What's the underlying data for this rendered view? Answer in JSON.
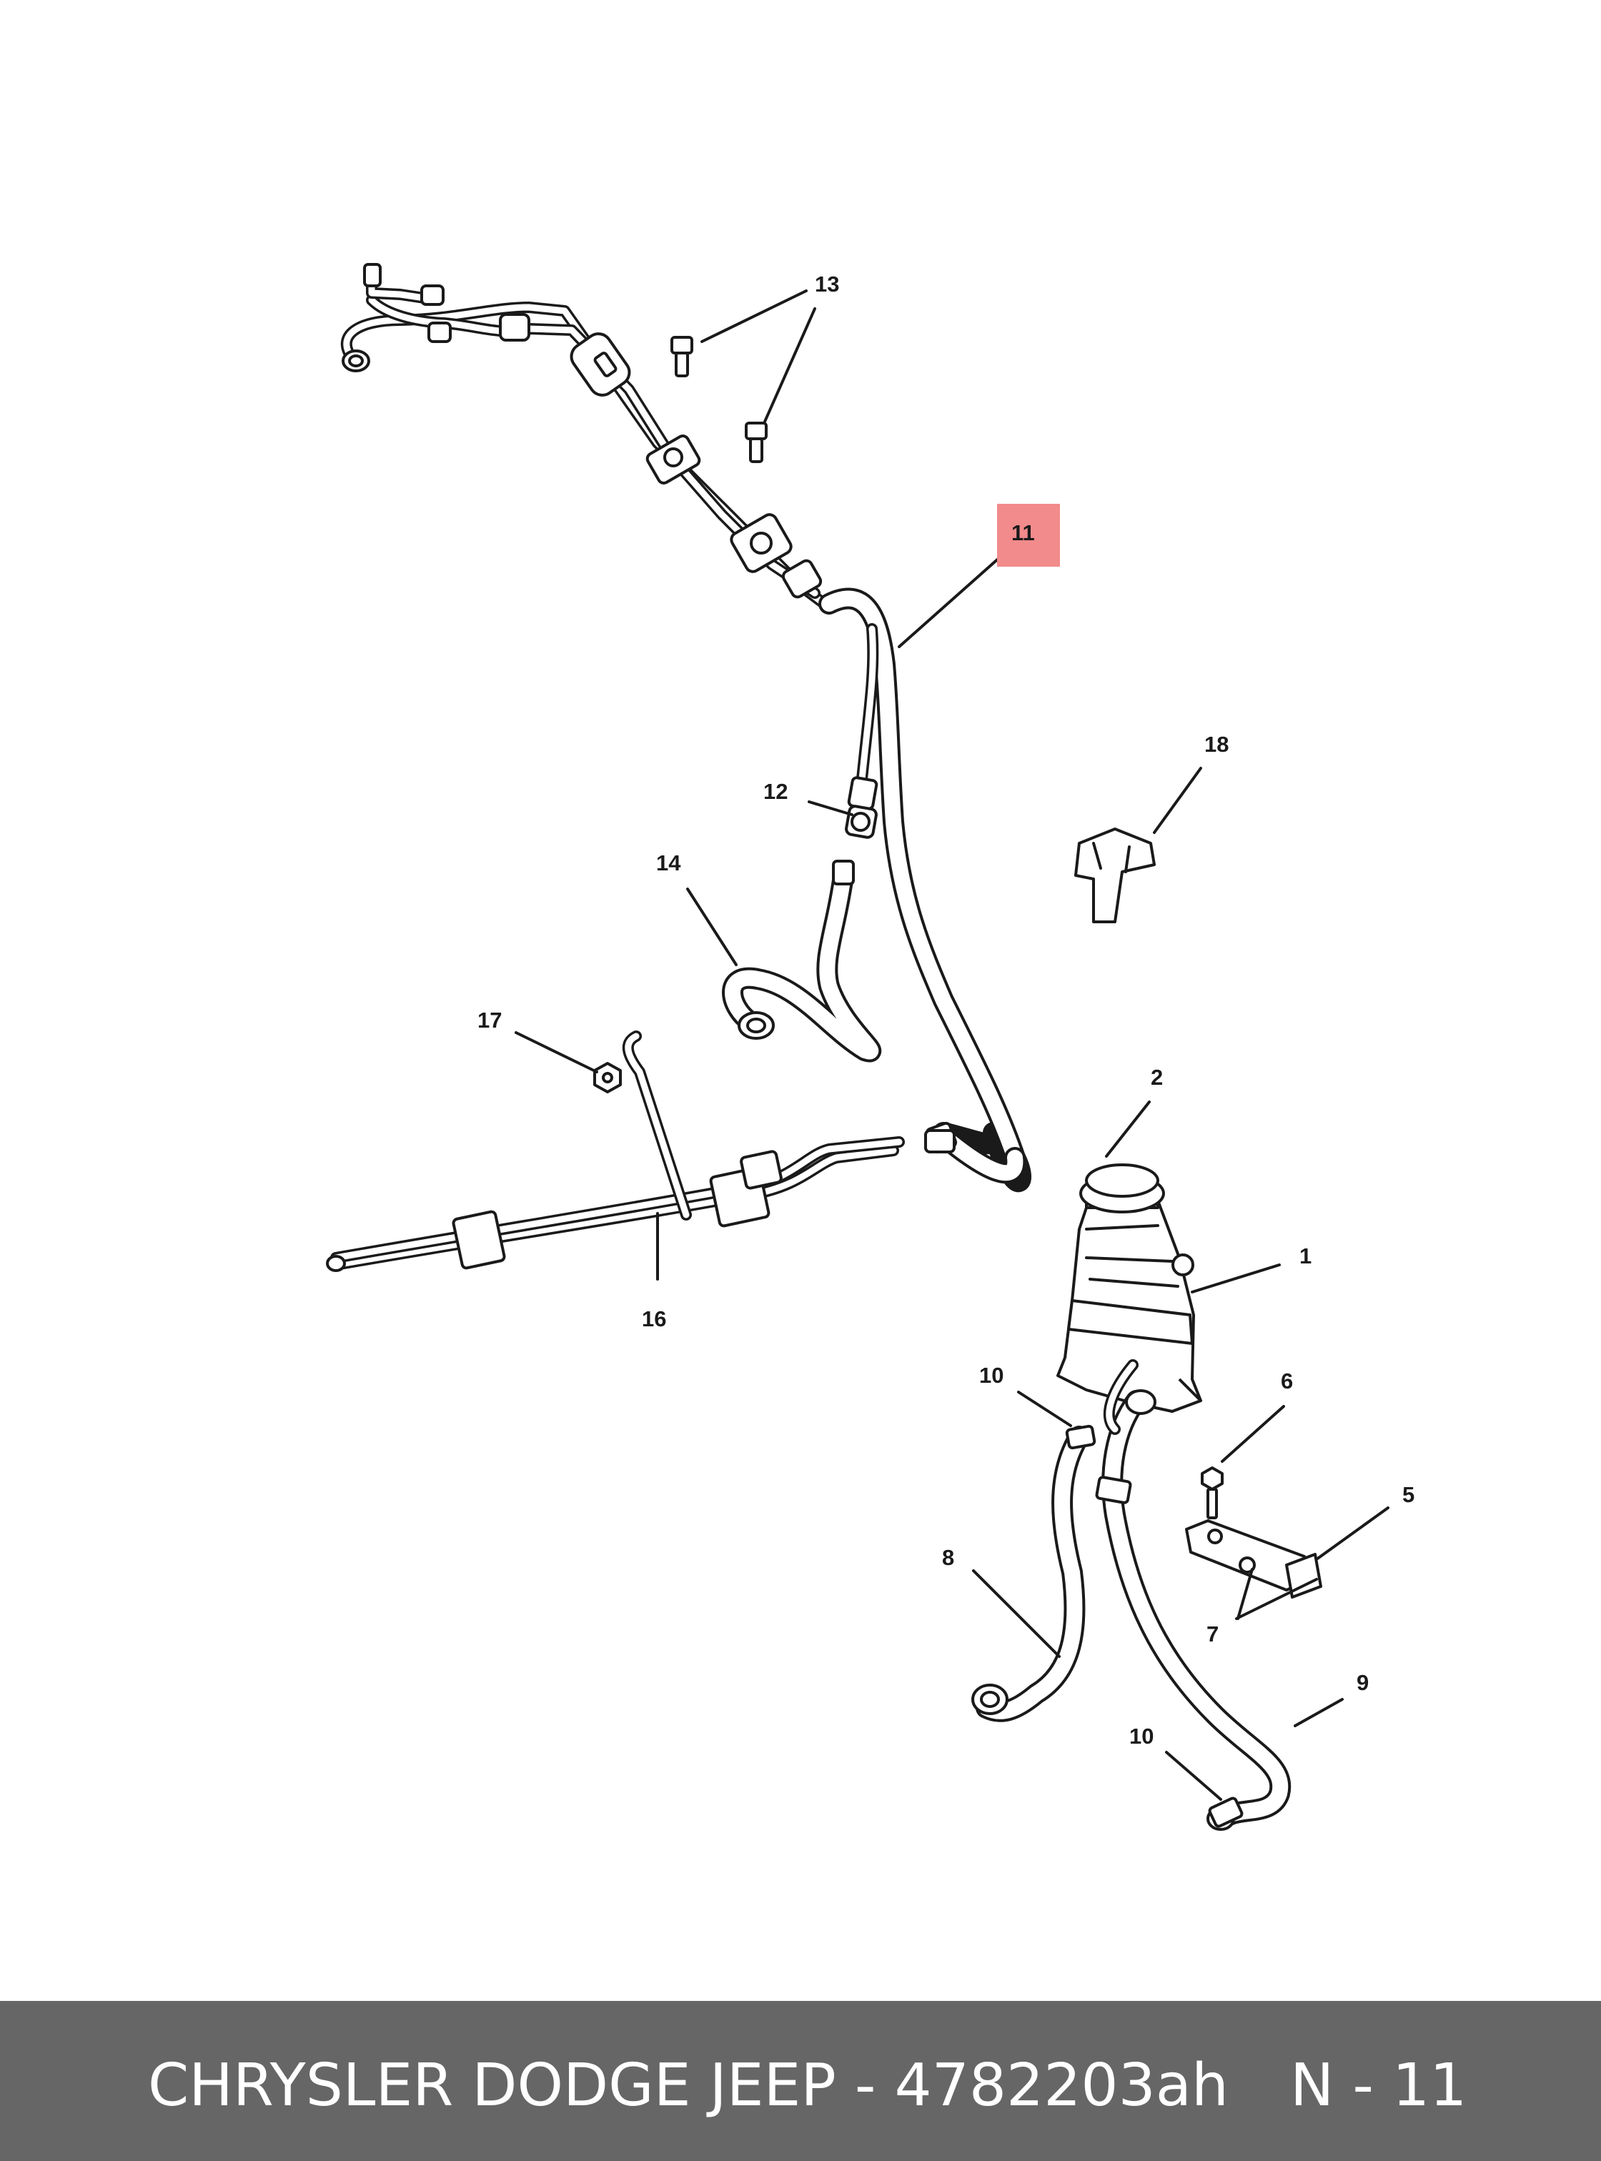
{
  "diagram": {
    "callouts": [
      {
        "id": "c1",
        "label": "1"
      },
      {
        "id": "c2",
        "label": "2"
      },
      {
        "id": "c5",
        "label": "5"
      },
      {
        "id": "c6",
        "label": "6"
      },
      {
        "id": "c7",
        "label": "7"
      },
      {
        "id": "c8",
        "label": "8"
      },
      {
        "id": "c9",
        "label": "9"
      },
      {
        "id": "c10a",
        "label": "10"
      },
      {
        "id": "c10b",
        "label": "10"
      },
      {
        "id": "c11",
        "label": "11"
      },
      {
        "id": "c12",
        "label": "12"
      },
      {
        "id": "c13",
        "label": "13"
      },
      {
        "id": "c14",
        "label": "14"
      },
      {
        "id": "c16",
        "label": "16"
      },
      {
        "id": "c17",
        "label": "17"
      },
      {
        "id": "c18",
        "label": "18"
      }
    ],
    "highlighted_callout": "11",
    "highlight_color": "#f28b8b"
  },
  "footer": {
    "part_text": "CHRYSLER DODGE JEEP - 4782203ah",
    "ref_text": "N - 11",
    "background": "#666666",
    "text_color": "#ffffff"
  }
}
